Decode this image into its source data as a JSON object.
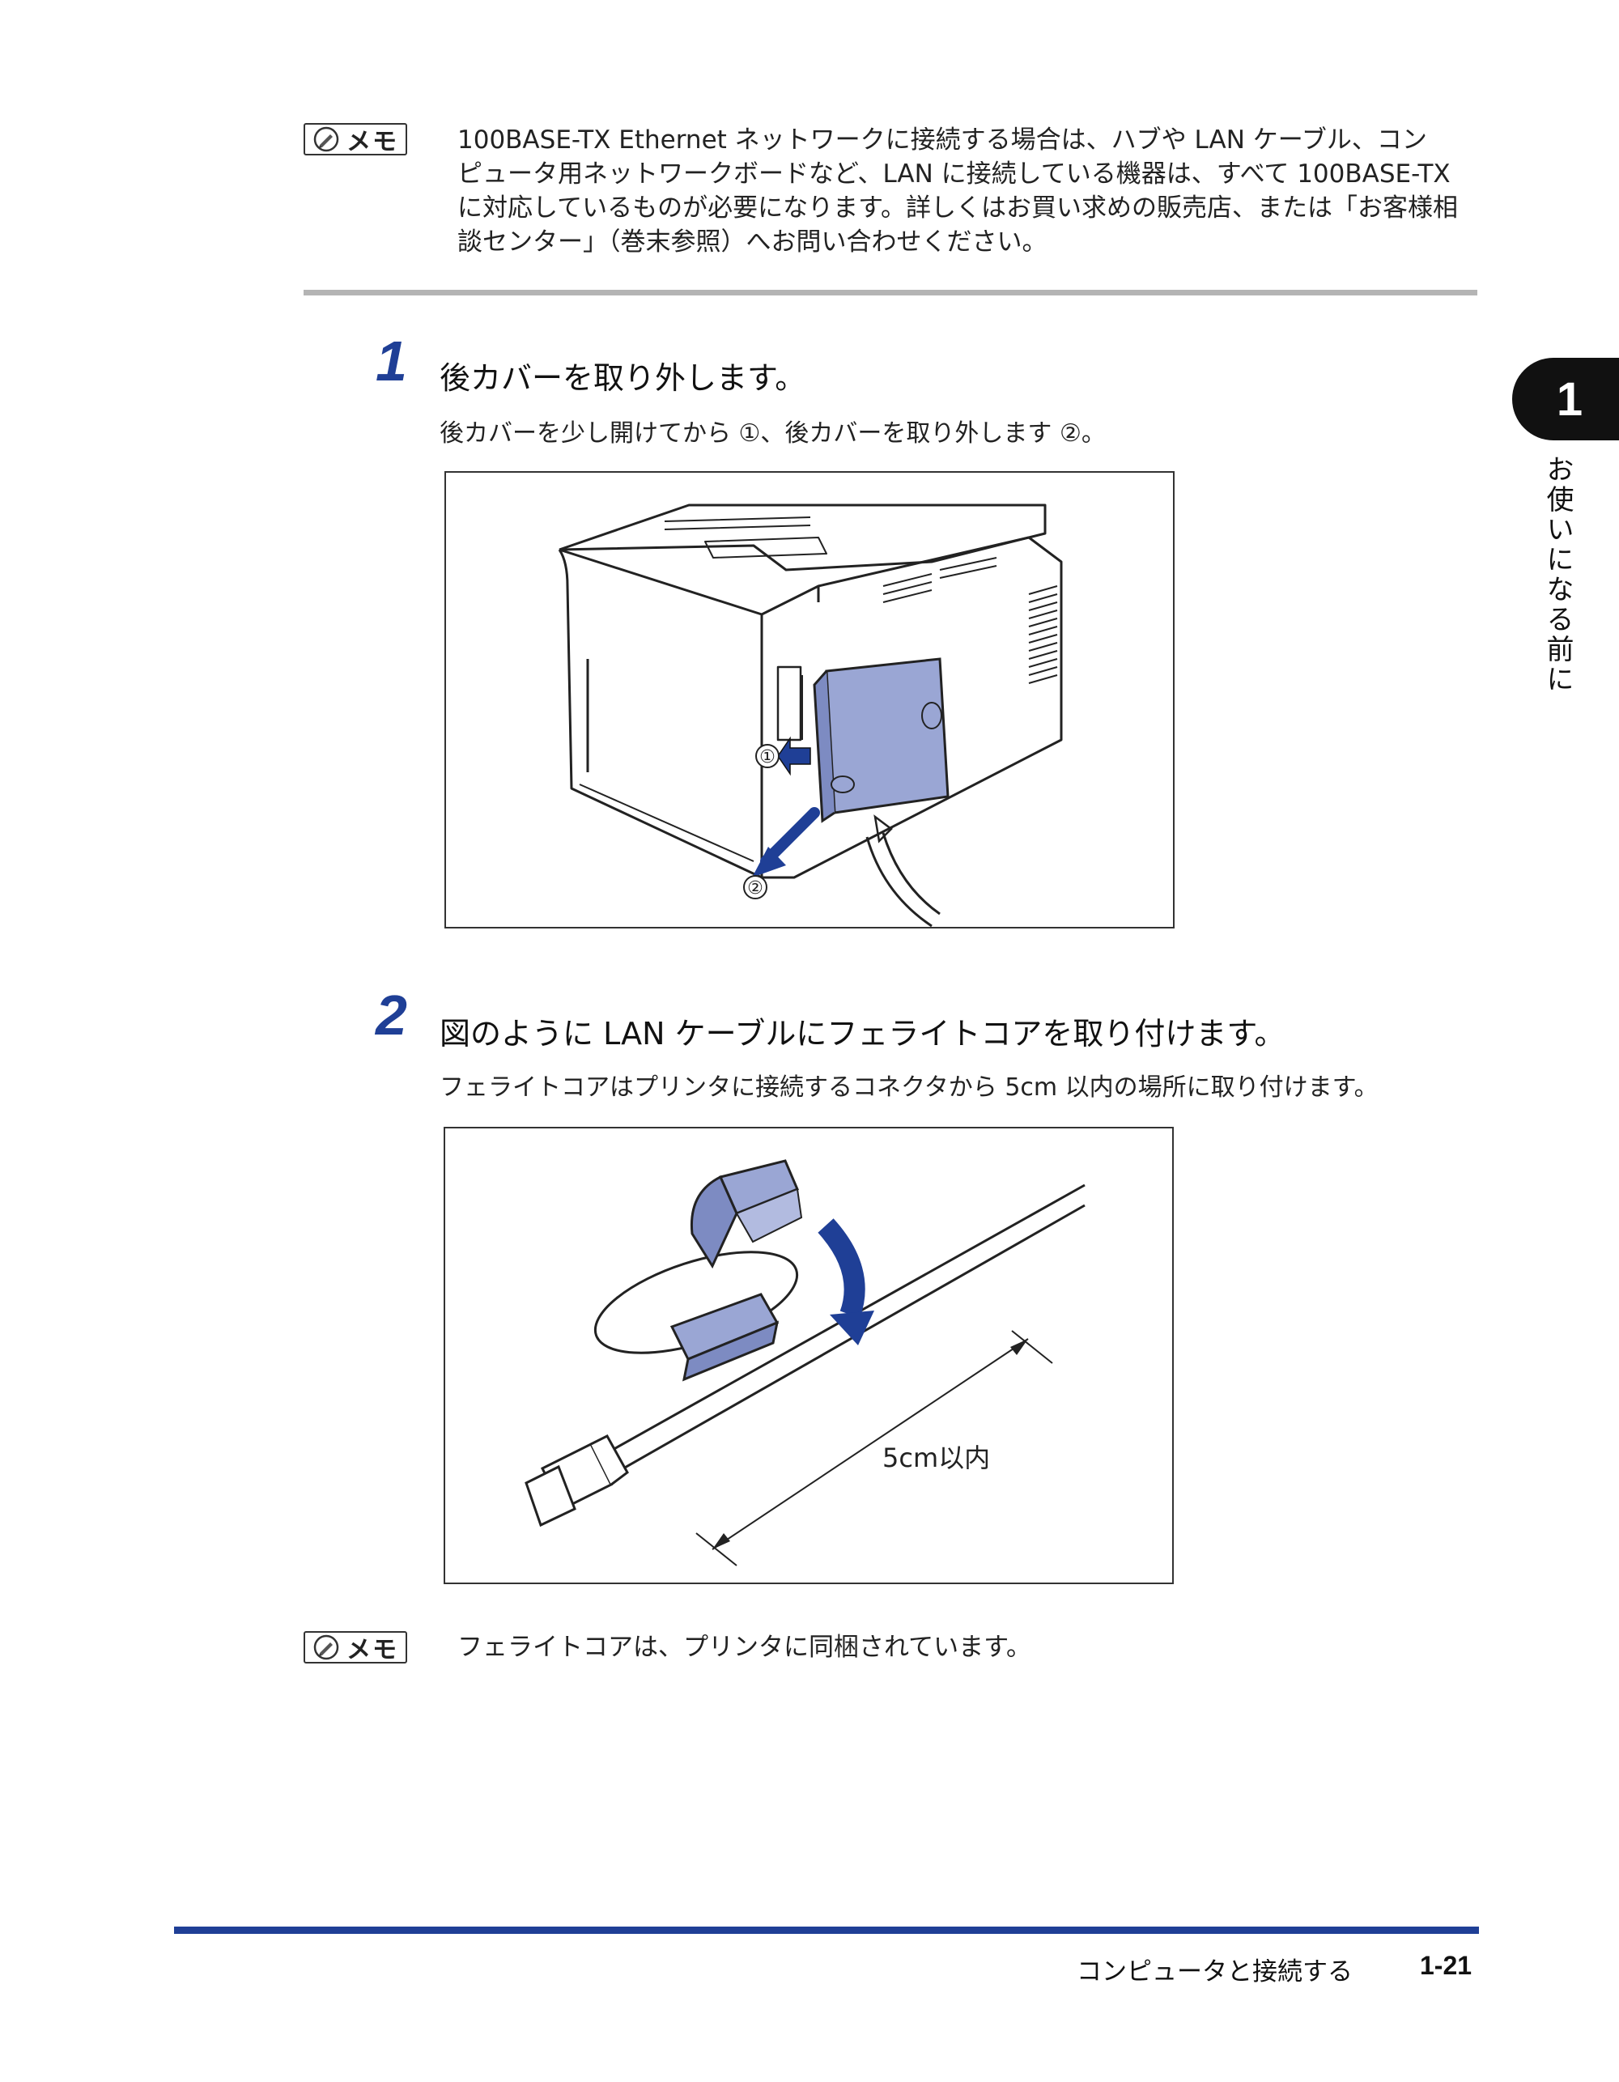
{
  "memo_top": {
    "badge_label": "メモ",
    "lines": [
      "100BASE-TX Ethernet ネットワークに接続する場合は、ハブや LAN ケーブル、コン",
      "ピュータ用ネットワークボードなど、LAN に接続している機器は、すべて 100BASE-TX",
      "に対応しているものが必要になります。詳しくはお買い求めの販売店、または「お客様相",
      "談センター」（巻末参照）へお問い合わせください。"
    ]
  },
  "step1": {
    "number": "1",
    "title": "後カバーを取り外します。",
    "description": "後カバーを少し開けてから ①、後カバーを取り外します ②。",
    "figure_labels": {
      "callout1": "①",
      "callout2": "②"
    }
  },
  "step2": {
    "number": "2",
    "title": "図のように LAN ケーブルにフェライトコアを取り付けます。",
    "description": "フェライトコアはプリンタに接続するコネクタから 5cm 以内の場所に取り付けます。",
    "figure_labels": {
      "distance": "5cm以内"
    }
  },
  "memo_bottom": {
    "badge_label": "メモ",
    "text": "フェライトコアは、プリンタに同梱されています。"
  },
  "sidebar": {
    "chapter_number": "1",
    "chapter_title": "お使いになる前に"
  },
  "footer": {
    "section": "コンピュータと接続する",
    "page": "1-21"
  },
  "colors": {
    "accent_blue": "#1f3f96",
    "illustration_blue": "#9aa6d4",
    "rule_gray": "#b4b4b4"
  }
}
